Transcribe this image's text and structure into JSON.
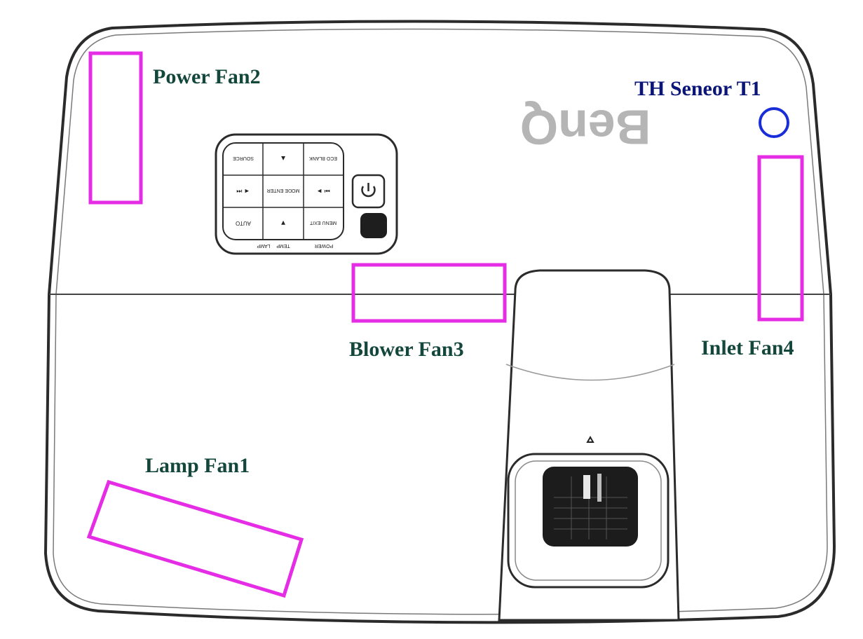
{
  "diagram": {
    "brand_logo": "BenQ",
    "labels": {
      "power_fan2": "Power Fan2",
      "th_sensor_t1": "TH Seneor T1",
      "blower_fan3": "Blower Fan3",
      "inlet_fan4": "Inlet Fan4",
      "lamp_fan1": "Lamp Fan1"
    },
    "keypad": {
      "top_row": [
        "SOURCE",
        "▲",
        "ECO BLANK"
      ],
      "middle_row": [
        "◄ ⏮",
        "MODE ENTER",
        "⏭ ►"
      ],
      "bottom_row": [
        "AUTO",
        "▼",
        "MENU EXIT"
      ],
      "bottom_labels": [
        "LAMP",
        "TEMP",
        "POWER"
      ]
    },
    "icons": {
      "power_button": "power-icon",
      "lens_arrow": "triangle-up-icon"
    },
    "colors": {
      "fan_marker": "#e62de6",
      "sensor_marker": "#1a2ed8",
      "fan_label_text": "#14473b",
      "sensor_label_text": "#0a1577",
      "logo": "#b5b5b5",
      "outline": "#2b2b2b"
    }
  }
}
